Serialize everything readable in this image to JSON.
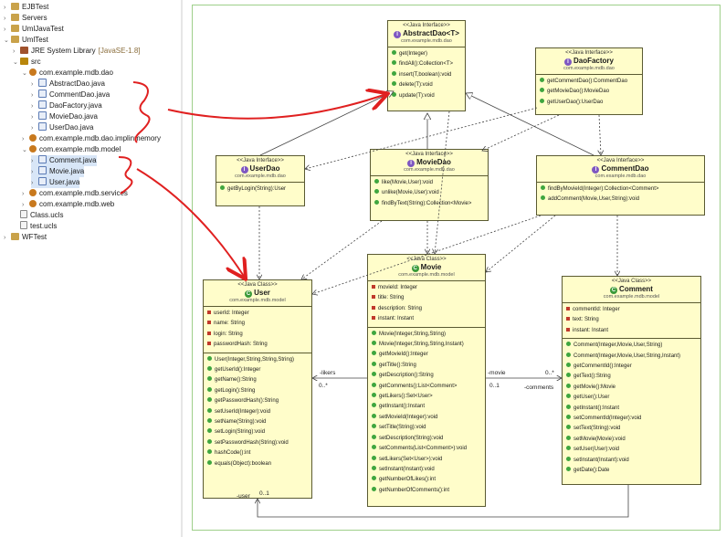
{
  "explorer": {
    "rows": [
      {
        "indent": 0,
        "toggle": "›",
        "icon": "proj",
        "label": "EJBTest"
      },
      {
        "indent": 0,
        "toggle": "›",
        "icon": "proj",
        "label": "Servers"
      },
      {
        "indent": 0,
        "toggle": "›",
        "icon": "proj",
        "label": "UmlJavaTest"
      },
      {
        "indent": 0,
        "toggle": "⌄",
        "icon": "proj",
        "label": "UmlTest"
      },
      {
        "indent": 1,
        "toggle": "›",
        "icon": "lib",
        "label": "JRE System Library",
        "suffix": "[JavaSE-1.8]"
      },
      {
        "indent": 1,
        "toggle": "⌄",
        "icon": "src",
        "label": "src"
      },
      {
        "indent": 2,
        "toggle": "⌄",
        "icon": "pkg",
        "label": "com.example.mdb.dao"
      },
      {
        "indent": 3,
        "toggle": "›",
        "icon": "java",
        "label": "AbstractDao.java"
      },
      {
        "indent": 3,
        "toggle": "›",
        "icon": "java",
        "label": "CommentDao.java"
      },
      {
        "indent": 3,
        "toggle": "›",
        "icon": "java",
        "label": "DaoFactory.java"
      },
      {
        "indent": 3,
        "toggle": "›",
        "icon": "java",
        "label": "MovieDao.java"
      },
      {
        "indent": 3,
        "toggle": "›",
        "icon": "java",
        "label": "UserDao.java"
      },
      {
        "indent": 2,
        "toggle": "›",
        "icon": "pkg",
        "label": "com.example.mdb.dao.implinmemory"
      },
      {
        "indent": 2,
        "toggle": "⌄",
        "icon": "pkg",
        "label": "com.example.mdb.model"
      },
      {
        "indent": 3,
        "toggle": "›",
        "icon": "java",
        "label": "Comment.java",
        "selected": true
      },
      {
        "indent": 3,
        "toggle": "›",
        "icon": "java",
        "label": "Movie.java",
        "selected": true
      },
      {
        "indent": 3,
        "toggle": "›",
        "icon": "java",
        "label": "User.java",
        "selected": true
      },
      {
        "indent": 2,
        "toggle": "›",
        "icon": "pkg",
        "label": "com.example.mdb.services"
      },
      {
        "indent": 2,
        "toggle": "›",
        "icon": "pkg",
        "label": "com.example.mdb.web"
      },
      {
        "indent": 1,
        "toggle": "",
        "icon": "file",
        "label": "Class.ucls"
      },
      {
        "indent": 1,
        "toggle": "",
        "icon": "file",
        "label": "test.ucls"
      },
      {
        "indent": 0,
        "toggle": "›",
        "icon": "proj",
        "label": "WFTest"
      }
    ]
  },
  "classes": {
    "abstractdao": {
      "stereotype": "<<Java Interface>>",
      "badge": "I",
      "name": "AbstractDao<T>",
      "package": "com.example.mdb.dao",
      "sections": [
        [
          {
            "vis": "pub",
            "text": "get(Integer)"
          },
          {
            "vis": "pub",
            "text": "findAll():Collection<T>"
          },
          {
            "vis": "pub",
            "text": "insert(T,boolean):void"
          },
          {
            "vis": "pub",
            "text": "delete(T):void"
          },
          {
            "vis": "pub",
            "text": "update(T):void"
          }
        ]
      ]
    },
    "daofactory": {
      "stereotype": "<<Java Interface>>",
      "badge": "I",
      "name": "DaoFactory",
      "package": "com.example.mdb.dao",
      "sections": [
        [
          {
            "vis": "pub",
            "text": "getCommentDao():CommentDao"
          },
          {
            "vis": "pub",
            "text": "getMovieDao():MovieDao"
          },
          {
            "vis": "pub",
            "text": "getUserDao():UserDao"
          }
        ]
      ]
    },
    "userdao": {
      "stereotype": "<<Java Interface>>",
      "badge": "I",
      "name": "UserDao",
      "package": "com.example.mdb.dao",
      "sections": [
        [
          {
            "vis": "pub",
            "text": "getByLogin(String):User"
          }
        ]
      ]
    },
    "moviedao": {
      "stereotype": "<<Java Interface>>",
      "badge": "I",
      "name": "MovieDao",
      "package": "com.example.mdb.dao",
      "sections": [
        [
          {
            "vis": "pub",
            "text": "like(Movie,User):void"
          },
          {
            "vis": "pub",
            "text": "unlike(Movie,User):void"
          },
          {
            "vis": "pub",
            "text": "findByText(String):Collection<Movie>"
          }
        ]
      ]
    },
    "commentdao": {
      "stereotype": "<<Java Interface>>",
      "badge": "I",
      "name": "CommentDao",
      "package": "com.example.mdb.dao",
      "sections": [
        [
          {
            "vis": "pub",
            "text": "findByMovieId(Integer):Collection<Comment>"
          },
          {
            "vis": "pub",
            "text": "addComment(Movie,User,String):void"
          }
        ]
      ]
    },
    "user": {
      "stereotype": "<<Java Class>>",
      "badge": "C",
      "name": "User",
      "package": "com.example.mdb.model",
      "sections": [
        [
          {
            "vis": "priv",
            "text": "userId: Integer"
          },
          {
            "vis": "priv",
            "text": "name: String"
          },
          {
            "vis": "priv",
            "text": "login: String"
          },
          {
            "vis": "priv",
            "text": "passwordHash: String"
          }
        ],
        [
          {
            "vis": "pub",
            "text": "User(Integer,String,String,String)"
          },
          {
            "vis": "pub",
            "text": "getUserId():Integer"
          },
          {
            "vis": "pub",
            "text": "getName():String"
          },
          {
            "vis": "pub",
            "text": "getLogin():String"
          },
          {
            "vis": "pub",
            "text": "getPasswordHash():String"
          },
          {
            "vis": "pub",
            "text": "setUserId(Integer):void"
          },
          {
            "vis": "pub",
            "text": "setName(String):void"
          },
          {
            "vis": "pub",
            "text": "setLogin(String):void"
          },
          {
            "vis": "pub",
            "text": "setPasswordHash(String):void"
          },
          {
            "vis": "pub",
            "text": "hashCode():int"
          },
          {
            "vis": "pub",
            "text": "equals(Object):boolean"
          }
        ]
      ]
    },
    "movie": {
      "stereotype": "<<Java Class>>",
      "badge": "C",
      "name": "Movie",
      "package": "com.example.mdb.model",
      "sections": [
        [
          {
            "vis": "priv",
            "text": "movieId: Integer"
          },
          {
            "vis": "priv",
            "text": "title: String"
          },
          {
            "vis": "priv",
            "text": "description: String"
          },
          {
            "vis": "priv",
            "text": "instant: Instant"
          }
        ],
        [
          {
            "vis": "pub",
            "text": "Movie(Integer,String,String)"
          },
          {
            "vis": "pub",
            "text": "Movie(Integer,String,String,Instant)"
          },
          {
            "vis": "pub",
            "text": "getMovieId():Integer"
          },
          {
            "vis": "pub",
            "text": "getTitle():String"
          },
          {
            "vis": "pub",
            "text": "getDescription():String"
          },
          {
            "vis": "pub",
            "text": "getComments():List<Comment>"
          },
          {
            "vis": "pub",
            "text": "getLikers():Set<User>"
          },
          {
            "vis": "pub",
            "text": "getInstant():Instant"
          },
          {
            "vis": "pub",
            "text": "setMovieId(Integer):void"
          },
          {
            "vis": "pub",
            "text": "setTitle(String):void"
          },
          {
            "vis": "pub",
            "text": "setDescription(String):void"
          },
          {
            "vis": "pub",
            "text": "setComments(List<Comment>):void"
          },
          {
            "vis": "pub",
            "text": "setLikers(Set<User>):void"
          },
          {
            "vis": "pub",
            "text": "setInstant(Instant):void"
          },
          {
            "vis": "pub",
            "text": "getNumberOfLikes():int"
          },
          {
            "vis": "pub",
            "text": "getNumberOfComments():int"
          }
        ]
      ]
    },
    "comment": {
      "stereotype": "<<Java Class>>",
      "badge": "C",
      "name": "Comment",
      "package": "com.example.mdb.model",
      "sections": [
        [
          {
            "vis": "priv",
            "text": "commentId: Integer"
          },
          {
            "vis": "priv",
            "text": "text: String"
          },
          {
            "vis": "priv",
            "text": "instant: Instant"
          }
        ],
        [
          {
            "vis": "pub",
            "text": "Comment(Integer,Movie,User,String)"
          },
          {
            "vis": "pub",
            "text": "Comment(Integer,Movie,User,String,Instant)"
          },
          {
            "vis": "pub",
            "text": "getCommentId():Integer"
          },
          {
            "vis": "pub",
            "text": "getText():String"
          },
          {
            "vis": "pub",
            "text": "getMovie():Movie"
          },
          {
            "vis": "pub",
            "text": "getUser():User"
          },
          {
            "vis": "pub",
            "text": "getInstant():Instant"
          },
          {
            "vis": "pub",
            "text": "setCommentId(Integer):void"
          },
          {
            "vis": "pub",
            "text": "setText(String):void"
          },
          {
            "vis": "pub",
            "text": "setMovie(Movie):void"
          },
          {
            "vis": "pub",
            "text": "setUser(User):void"
          },
          {
            "vis": "pub",
            "text": "setInstant(Instant):void"
          },
          {
            "vis": "pub",
            "text": "getDate():Date"
          }
        ]
      ]
    }
  },
  "edge_labels": {
    "likers": "-likers",
    "likers_mult": "0..*",
    "movie": "-movie",
    "movie_mult": "0..1",
    "comments_mult": "0..*",
    "comments": "-comments",
    "user": "-user",
    "user_mult": "0..1"
  },
  "colors": {
    "box_fill": "#fffdca",
    "box_border": "#5a5a32",
    "annotation_red": "#e02020",
    "interface_badge": "#7e57c2",
    "class_badge": "#3a9a3a"
  }
}
